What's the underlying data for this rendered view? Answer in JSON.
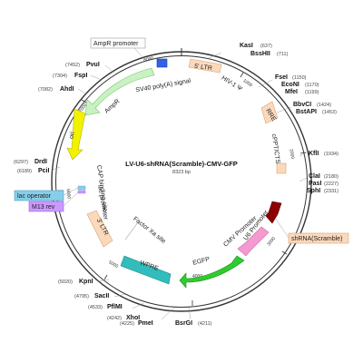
{
  "map": {
    "title": "LV-U6-shRNA(Scramble)-CMV-GFP",
    "size": "8323 bp",
    "backbone_color": "#333333"
  },
  "ticks": [
    "8000",
    "1000",
    "2000",
    "3000",
    "4000",
    "5000",
    "6000",
    "7000"
  ],
  "features": [
    {
      "label": "5' LTR",
      "color": "#fbd9bd"
    },
    {
      "label": "HIV-1 Ψ",
      "color": "#ffffff"
    },
    {
      "label": "RRE",
      "color": "#fbd9bd"
    },
    {
      "label": "cPPT/CTS",
      "color": "#fbd9bd"
    },
    {
      "label": "shRNA(Scramble)",
      "color": "#8b0000"
    },
    {
      "label": "U6 Promoter",
      "color": "#f59ad0"
    },
    {
      "label": "CMV Promoter",
      "color": "#ffffff"
    },
    {
      "label": "EGFP",
      "color": "#2ecc2e"
    },
    {
      "label": "WPRE",
      "color": "#33bcbc"
    },
    {
      "label": "Factor Xa site",
      "color": "#ffffff"
    },
    {
      "label": "3' LTR",
      "color": "#fbd9bd"
    },
    {
      "label": "lac promoter",
      "color": "#ffffff"
    },
    {
      "label": "CAP binding site",
      "color": "#ffffff"
    },
    {
      "label": "ori",
      "color": "#f2f200"
    },
    {
      "label": "AmpR",
      "color": "#c9f2c2"
    },
    {
      "label": "SV40 poly(A) signal",
      "color": "#ffffff"
    },
    {
      "label": "AmpR promoter",
      "color": "#ffffff"
    },
    {
      "label": "lac operator",
      "color": "#87ceeb"
    },
    {
      "label": "M13 rev",
      "color": "#cc99ff"
    }
  ],
  "sites": [
    {
      "name": "KasI",
      "pos": "(637)"
    },
    {
      "name": "BssHII",
      "pos": "(711)"
    },
    {
      "name": "FseI",
      "pos": "(1150)"
    },
    {
      "name": "EcoNI",
      "pos": "(1170)"
    },
    {
      "name": "MfeI",
      "pos": "(1199)"
    },
    {
      "name": "BbvCI",
      "pos": "(1424)"
    },
    {
      "name": "BstAPI",
      "pos": "(1453)"
    },
    {
      "name": "KflI",
      "pos": "(1934)"
    },
    {
      "name": "ClaI",
      "pos": "(2180)"
    },
    {
      "name": "PasI",
      "pos": "(2227)"
    },
    {
      "name": "SphI",
      "pos": "(2331)"
    },
    {
      "name": "BsrGI",
      "pos": "(4211)"
    },
    {
      "name": "PmeI",
      "pos": "(4225)"
    },
    {
      "name": "XhoI",
      "pos": "(4242)"
    },
    {
      "name": "PflMI",
      "pos": "(4533)"
    },
    {
      "name": "SacII",
      "pos": "(4795)"
    },
    {
      "name": "KpnI",
      "pos": "(5020)"
    },
    {
      "name": "PciI",
      "pos": "(6189)"
    },
    {
      "name": "DrdI",
      "pos": "(6297)"
    },
    {
      "name": "AhdI",
      "pos": "(7082)"
    },
    {
      "name": "FspI",
      "pos": "(7304)"
    },
    {
      "name": "PvuI",
      "pos": "(7452)"
    }
  ]
}
